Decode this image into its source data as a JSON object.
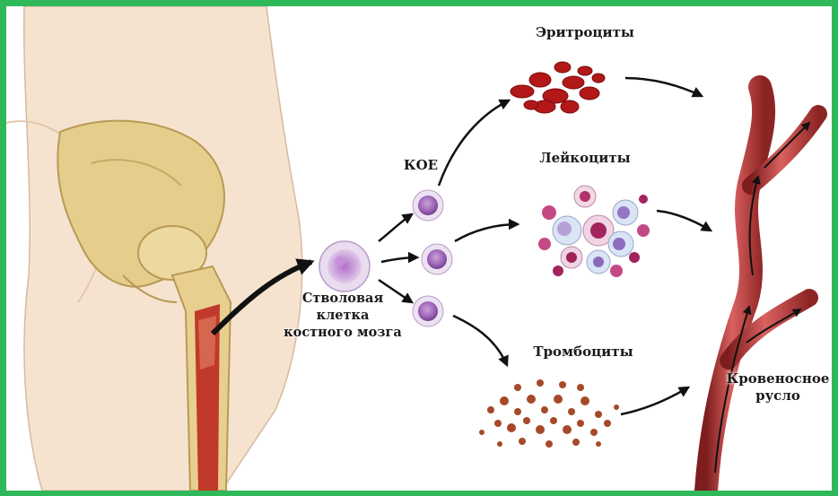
{
  "labels": {
    "erythrocytes": "Эритроциты",
    "cfu": "КОЕ",
    "leukocytes": "Лейкоциты",
    "stem_line1": "Стволовая",
    "stem_line2": "клетка",
    "stem_line3": "костного мозга",
    "platelets": "Тромбоциты",
    "bloodstream_line1": "Кровеносное",
    "bloodstream_line2": "русло"
  },
  "colors": {
    "frame": "#2fb85a",
    "bone": "#e8cf8f",
    "marrow": "#c0392b",
    "vessel": "#b93a3a",
    "cell_purple": "#9a5fb5",
    "rbc": "#b31818"
  }
}
